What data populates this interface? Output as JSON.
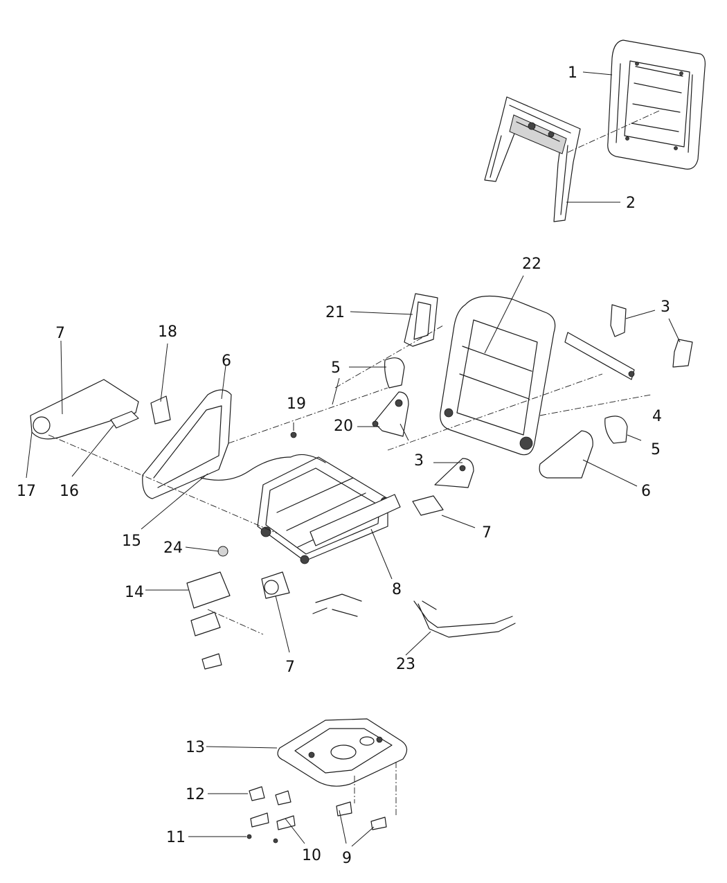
{
  "callouts": {
    "c1": "1",
    "c2": "2",
    "c3a": "3",
    "c3b": "3",
    "c3c": "3",
    "c4": "4",
    "c5a": "5",
    "c5b": "5",
    "c6a": "6",
    "c6b": "6",
    "c7a": "7",
    "c7b": "7",
    "c7c": "7",
    "c8": "8",
    "c9": "9",
    "c10": "10",
    "c11": "11",
    "c12": "12",
    "c13": "13",
    "c14": "14",
    "c15": "15",
    "c16": "16",
    "c17": "17",
    "c18": "18",
    "c19": "19",
    "c20": "20",
    "c21": "21",
    "c22": "22",
    "c23": "23",
    "c24": "24"
  }
}
